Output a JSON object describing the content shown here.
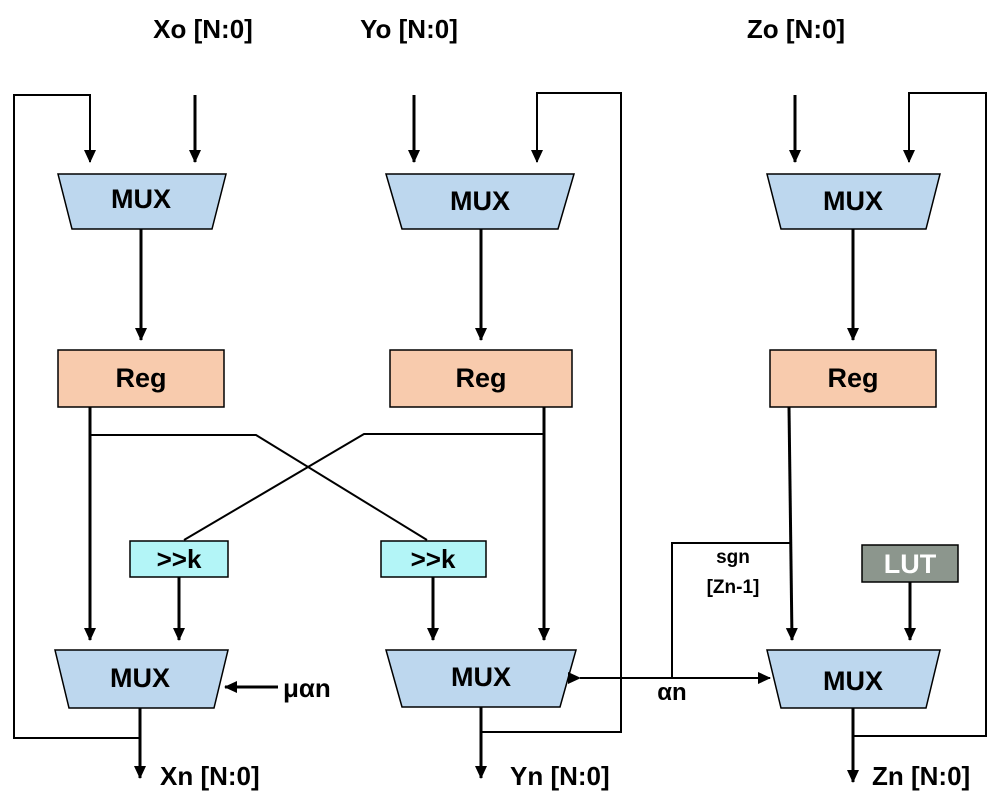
{
  "inputs": {
    "x": "Xo [N:0]",
    "y": "Yo [N:0]",
    "z": "Zo [N:0]"
  },
  "outputs": {
    "x": "Xn [N:0]",
    "y": "Yn [N:0]",
    "z": "Zn [N:0]"
  },
  "blocks": {
    "mux": "MUX",
    "reg": "Reg",
    "shift": ">>k",
    "lut": "LUT"
  },
  "signals": {
    "mu_alpha": "μαn",
    "alpha": "αn",
    "sgn_line1": "sgn",
    "sgn_line2": "[Zn-1]"
  },
  "colors": {
    "mux_fill": "#bdd7ee",
    "reg_fill": "#f8cbad",
    "shift_fill": "#b3f5f7",
    "lut_fill": "#8c968d",
    "lut_text": "#ffffff",
    "block_stroke": "#000000"
  }
}
